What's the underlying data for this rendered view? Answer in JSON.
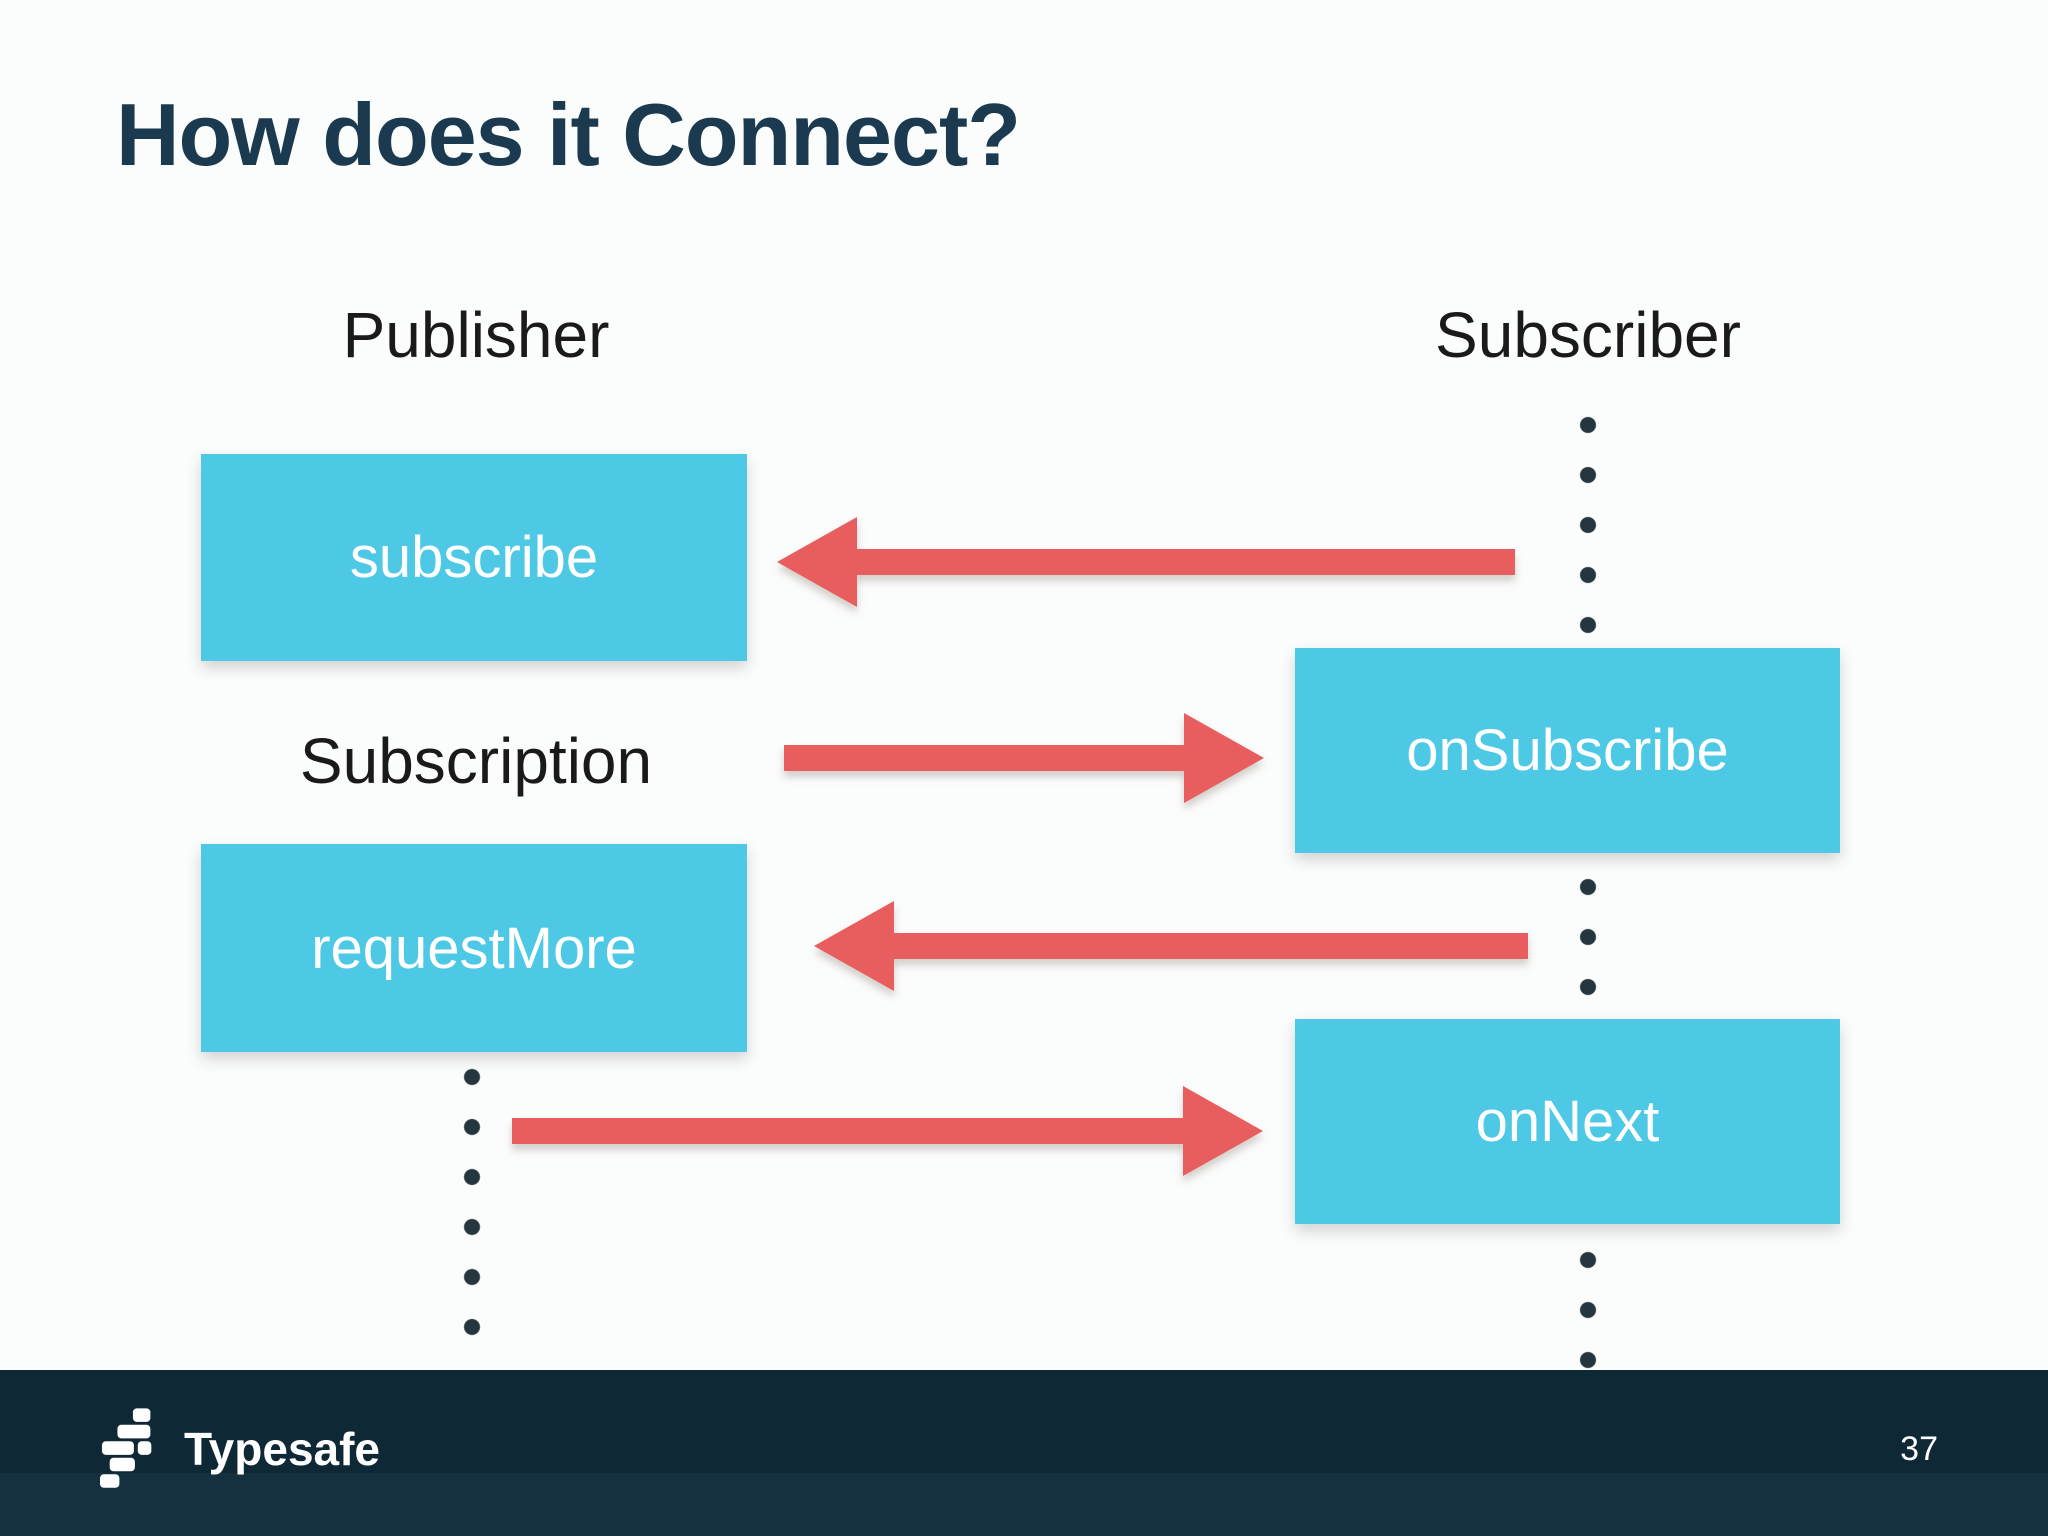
{
  "theme": {
    "box-blue": "#4dc9e6",
    "arrow-red": "#e85e5e",
    "title-navy": "#1b3a50",
    "footer-navy": "#0f2836",
    "footer-navy-light": "#15313f",
    "dot-color": "#26363f",
    "label-color": "#1a1a1a",
    "bg": "#fbfcfc",
    "box-text": "#ffffff"
  },
  "slide": {
    "title": "How does it Connect?",
    "page_number": "37"
  },
  "diagram": {
    "publisher_label": "Publisher",
    "subscriber_label": "Subscriber",
    "subscription_label": "Subscription",
    "boxes": {
      "subscribe": "subscribe",
      "on_subscribe": "onSubscribe",
      "request_more": "requestMore",
      "on_next": "onNext"
    },
    "arrows": [
      {
        "name": "subscriber-to-subscribe",
        "direction": "left"
      },
      {
        "name": "subscription-to-onsubscribe",
        "direction": "right"
      },
      {
        "name": "subscriber-to-requestmore",
        "direction": "left"
      },
      {
        "name": "publisher-to-onnext",
        "direction": "right"
      }
    ]
  },
  "footer": {
    "brand": "Typesafe"
  }
}
